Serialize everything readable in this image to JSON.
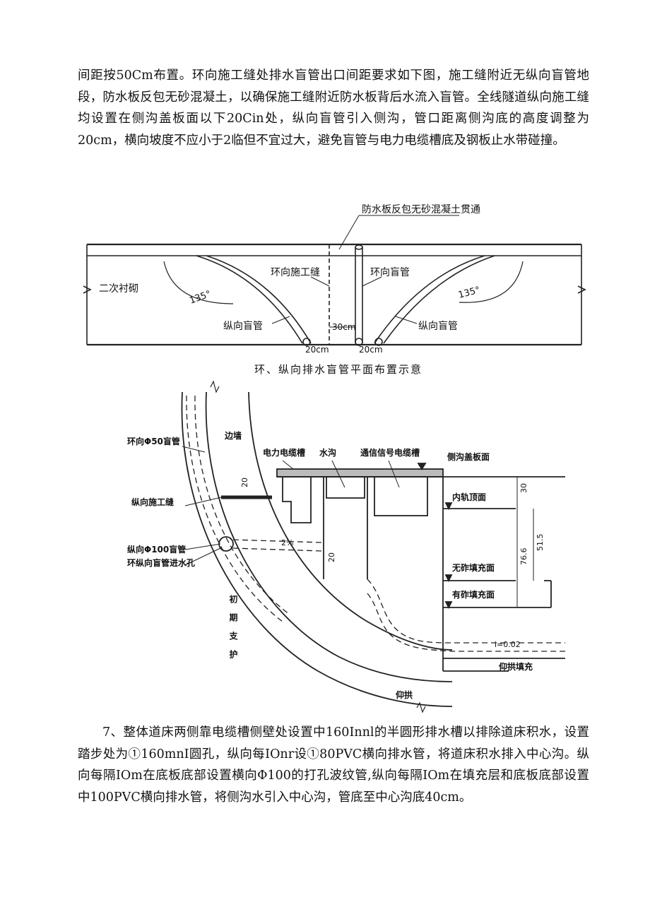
{
  "paragraph1": "间距按50Cm布置。环向施工缝处排水盲管出口间距要求如下图，施工缝附近无纵向盲管地段，防水板反包无砂混凝土，以确保施工缝附近防水板背后水流入盲管。全线隧道纵向施工缝均设置在侧沟盖板面以下20Cin处，纵向盲管引入侧沟，管口距离侧沟底的高度调整为20cm，横向坡度不应小于2临但不宜过大，避免盲管与电力电缆槽底及钢板止水带碰撞。",
  "figure1": {
    "label_top": "防水板反包无砂混凝土贯通",
    "label_lining": "二次衬砌",
    "label_ring_joint": "环向施工缝",
    "label_ring_pipe": "环向盲管",
    "label_long_pipe_left": "纵向盲管",
    "label_long_pipe_right": "纵向盲管",
    "angle_left": "135°",
    "angle_right": "135°",
    "dim_30": "30cm",
    "dim_20_left": "20cm",
    "dim_20_right": "20cm",
    "caption": "环、纵向排水盲管平面布置示意"
  },
  "figure2": {
    "label_ring_pipe": "环向Φ50盲管",
    "label_side_wall": "边墙",
    "label_long_joint": "纵向施工缝",
    "label_long_pipe": "纵向Φ100盲管",
    "label_inlet": "环纵向盲管进水孔",
    "label_power_trough": "电力电缆槽",
    "label_ditch": "水沟",
    "label_signal_trough": "通信信号电缆槽",
    "label_cover": "侧沟盖板面",
    "label_inner_rail": "内轨顶面",
    "label_ballastless": "无砟填充面",
    "label_ballasted": "有砟填充面",
    "label_support": "初期支护",
    "label_invert": "仰拱",
    "label_invert_fill": "仰拱填充",
    "dim_20_top": "20",
    "dim_20_ditch": "20",
    "slope_2pct": "2%",
    "slope_i": "i=0.02",
    "dim_30": "30",
    "dim_515": "51.5",
    "dim_766": "76.6"
  },
  "paragraph2": "7、整体道床两侧靠电缆槽侧壁处设置中160Innl的半圆形排水槽以排除道床积水，设置踏步处为①160mnI圆孔，纵向每IOnr设①80PVC横向排水管，将道床积水排入中心沟。纵向每隔IOm在底板底部设置横向Φ100的打孔波纹管,纵向每隔IOm在填充层和底板底部设置中100PVC横向排水管，将侧沟水引入中心沟，管底至中心沟底40cm。"
}
